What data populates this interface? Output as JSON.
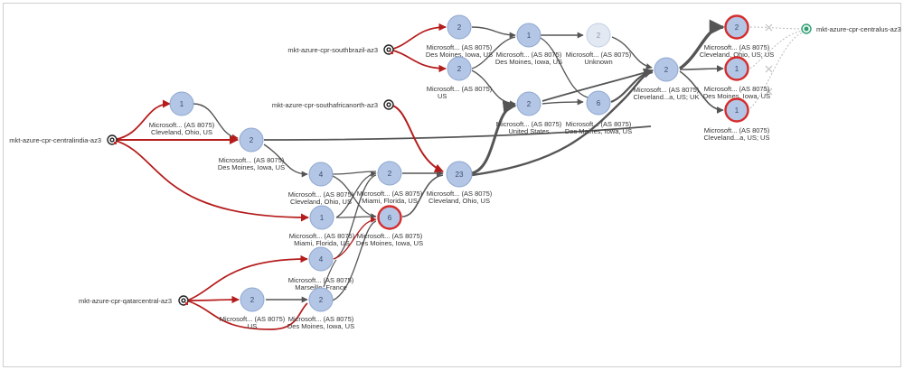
{
  "sources": {
    "centralindia": "mkt-azure-cpr-centralindia-az3",
    "southbrazil": "mkt-azure-cpr-southbrazil-az3",
    "southafricanorth": "mkt-azure-cpr-southafricanorth-az3",
    "qatarcentral": "mkt-azure-cpr-qatarcentral-az3"
  },
  "destination": "mkt-azure-cpr-centralus-az3",
  "nodes": {
    "n_ci_1": {
      "count": "1",
      "line1": "Microsoft... (AS 8075)",
      "line2": "Cleveland, Ohio, US"
    },
    "n_ci_2": {
      "count": "2",
      "line1": "Microsoft... (AS 8075)",
      "line2": "Des Moines, Iowa, US"
    },
    "n_oh_4": {
      "count": "4",
      "line1": "Microsoft... (AS 8075)",
      "line2": "Cleveland, Ohio, US"
    },
    "n_mia_1": {
      "count": "1",
      "line1": "Microsoft... (AS 8075)",
      "line2": "Miami, Florida, US"
    },
    "n_mar_4": {
      "count": "4",
      "line1": "Microsoft... (AS 8075)",
      "line2": "Marseille, France"
    },
    "n_qa_2": {
      "count": "2",
      "line1": "Microsoft... (AS 8075)",
      "line2": "US"
    },
    "n_qa_dm2": {
      "count": "2",
      "line1": "Microsoft... (AS 8075)",
      "line2": "Des Moines, Iowa, US"
    },
    "n_mia_2": {
      "count": "2",
      "line1": "Microsoft... (AS 8075)",
      "line2": "Miami, Florida, US"
    },
    "n_dm_6r": {
      "count": "6",
      "line1": "Microsoft... (AS 8075)",
      "line2": "Des Moines, Iowa, US"
    },
    "n_hub_23": {
      "count": "23",
      "line1": "Microsoft... (AS 8075)",
      "line2": "Cleveland, Ohio, US"
    },
    "n_sb_2a": {
      "count": "2",
      "line1": "Microsoft... (AS 8075)",
      "line2": "Des Moines, Iowa, US"
    },
    "n_sb_2b": {
      "count": "2",
      "line1": "Microsoft... (AS 8075)",
      "line2": "US"
    },
    "n_sb_1": {
      "count": "1",
      "line1": "Microsoft... (AS 8075)",
      "line2": "Des Moines, Iowa, US"
    },
    "n_unk_2": {
      "count": "2",
      "line1": "Microsoft... (AS 8075)",
      "line2": "Unknown"
    },
    "n_us_2": {
      "count": "2",
      "line1": "Microsoft... (AS 8075)",
      "line2": "United States"
    },
    "n_dm_6": {
      "count": "6",
      "line1": "Microsoft... (AS 8075)",
      "line2": "Des Moines, Iowa, US"
    },
    "n_cl_2": {
      "count": "2",
      "line1": "Microsoft... (AS 8075)",
      "line2": "Cleveland...a, US; UK"
    },
    "n_end_2": {
      "count": "2",
      "line1": "Microsoft... (AS 8075)",
      "line2": "Cleveland, Ohio, US; US"
    },
    "n_end_1a": {
      "count": "1",
      "line1": "Microsoft... (AS 8075)",
      "line2": "Des Moines, Iowa, US"
    },
    "n_end_1b": {
      "count": "1",
      "line1": "Microsoft... (AS 8075)",
      "line2": "Cleveland...a, US; US"
    }
  },
  "colors": {
    "node_fill": "#b3c6e6",
    "node_stroke": "#8fa7cf",
    "node_light": "#e3e9f3",
    "alert_stroke": "#d62b2b",
    "path_gray": "#555555",
    "path_red": "#b51c1c",
    "dest_green": "#2f9e73"
  }
}
